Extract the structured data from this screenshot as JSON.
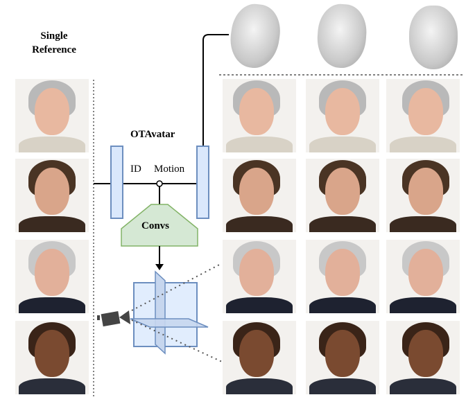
{
  "labels": {
    "single_reference": "Single\nReference",
    "model_name": "OTAvatar",
    "id": "ID",
    "motion": "Motion",
    "convs": "Convs"
  },
  "colors": {
    "encoder_fill": "#dae8fc",
    "encoder_stroke": "#6c8ebf",
    "convs_fill": "#d5e8d4",
    "convs_stroke": "#82b366",
    "camera": "#444444"
  },
  "subjects": [
    {
      "name": "subject-1",
      "skin": "#e8b8a0",
      "hair": "#b9b9b9",
      "cloth": "#d8d2c6"
    },
    {
      "name": "subject-2",
      "skin": "#d9a58a",
      "hair": "#4a3424",
      "cloth": "#3a2a20"
    },
    {
      "name": "subject-3",
      "skin": "#e2b09a",
      "hair": "#c8c8c8",
      "cloth": "#1e2230"
    },
    {
      "name": "subject-4",
      "skin": "#7a4a30",
      "hair": "#3a2418",
      "cloth": "#2a2e3a"
    }
  ]
}
